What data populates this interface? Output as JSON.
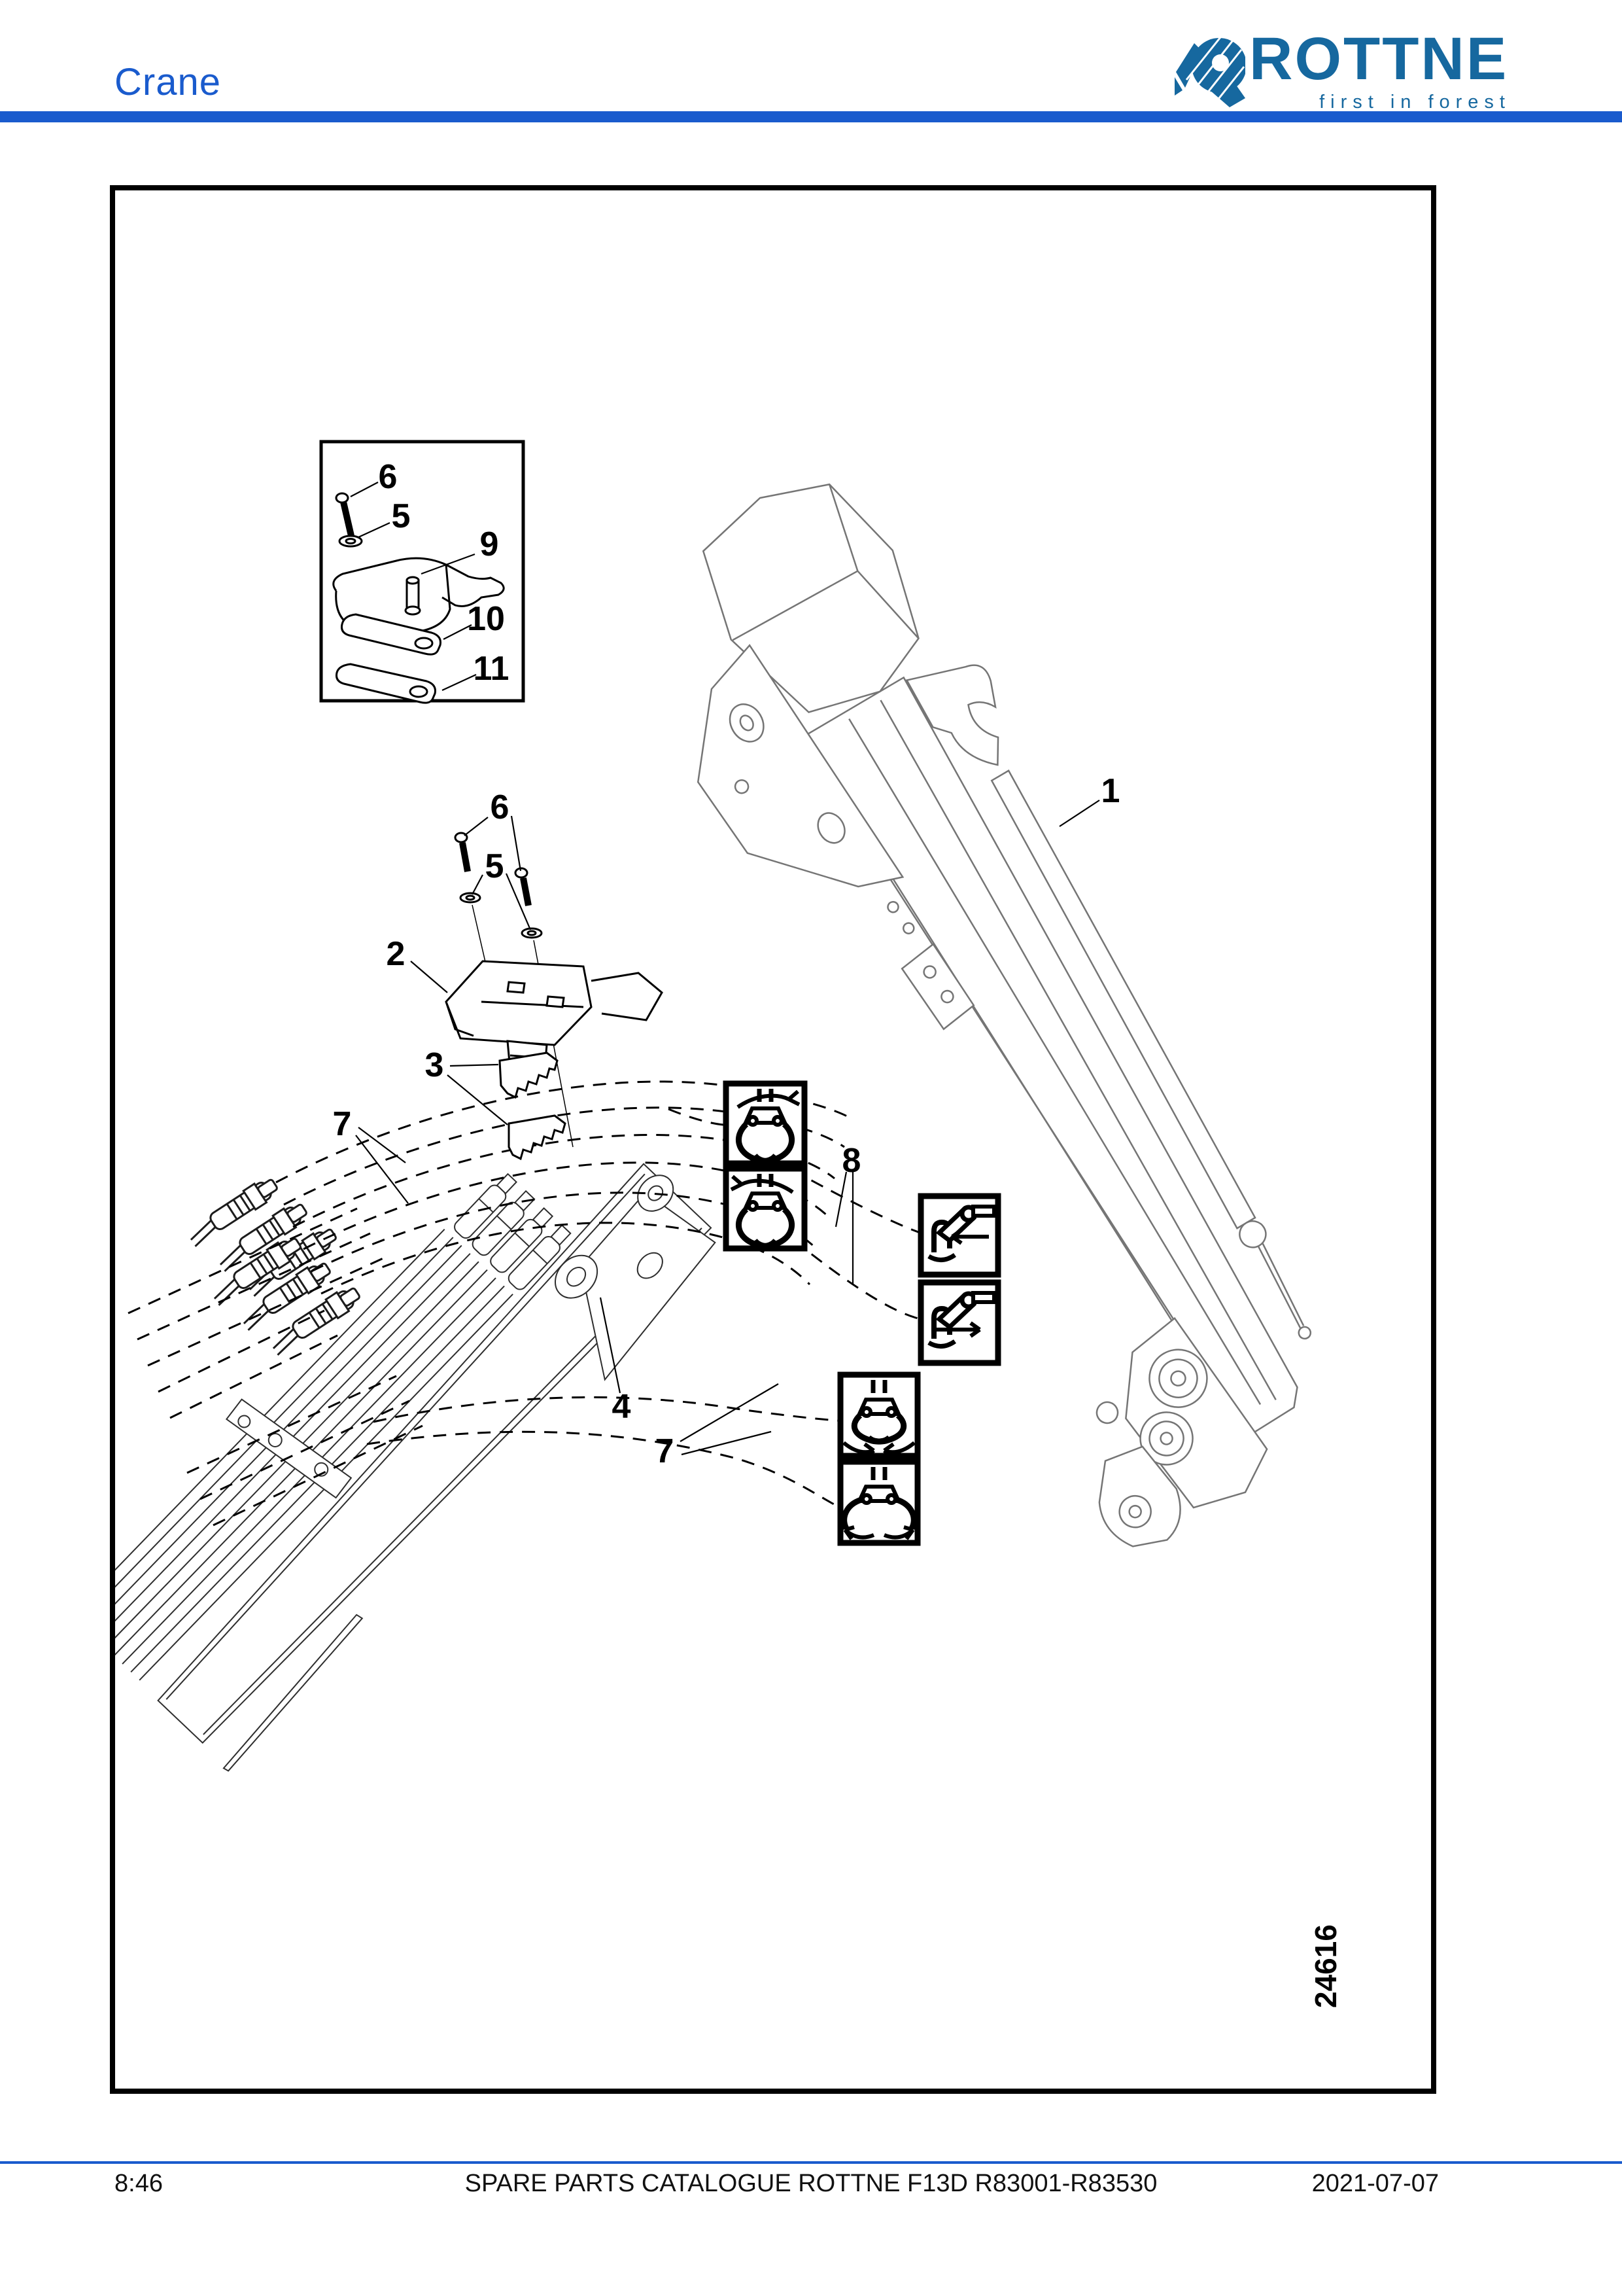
{
  "page": {
    "title": "Crane"
  },
  "logo": {
    "brand": "ROTTNE",
    "tagline": "first in forest"
  },
  "colors": {
    "header_blue": "#1a5bcd",
    "logo_blue": "#16689f",
    "drawing_gray": "#757575",
    "arm_ink": "#2e2e2e",
    "ink": "#000000"
  },
  "figure": {
    "drawing_number": "24616",
    "callouts": [
      {
        "text": "6"
      },
      {
        "text": "5"
      },
      {
        "text": "9"
      },
      {
        "text": "10"
      },
      {
        "text": "11"
      },
      {
        "text": "6"
      },
      {
        "text": "5"
      },
      {
        "text": "2"
      },
      {
        "text": "3"
      },
      {
        "text": "7"
      },
      {
        "text": "8"
      },
      {
        "text": "7"
      },
      {
        "text": "4"
      },
      {
        "text": "1"
      }
    ],
    "icons": [
      {
        "name": "grapple-rotate-ccw-icon"
      },
      {
        "name": "grapple-rotate-cw-icon"
      },
      {
        "name": "boom-fold-in-icon"
      },
      {
        "name": "boom-fold-out-icon"
      },
      {
        "name": "grapple-close-icon"
      },
      {
        "name": "grapple-open-icon"
      }
    ]
  },
  "footer": {
    "time": "8:46",
    "title": "SPARE PARTS CATALOGUE ROTTNE F13D R83001-R83530",
    "date": "2021-07-07"
  }
}
